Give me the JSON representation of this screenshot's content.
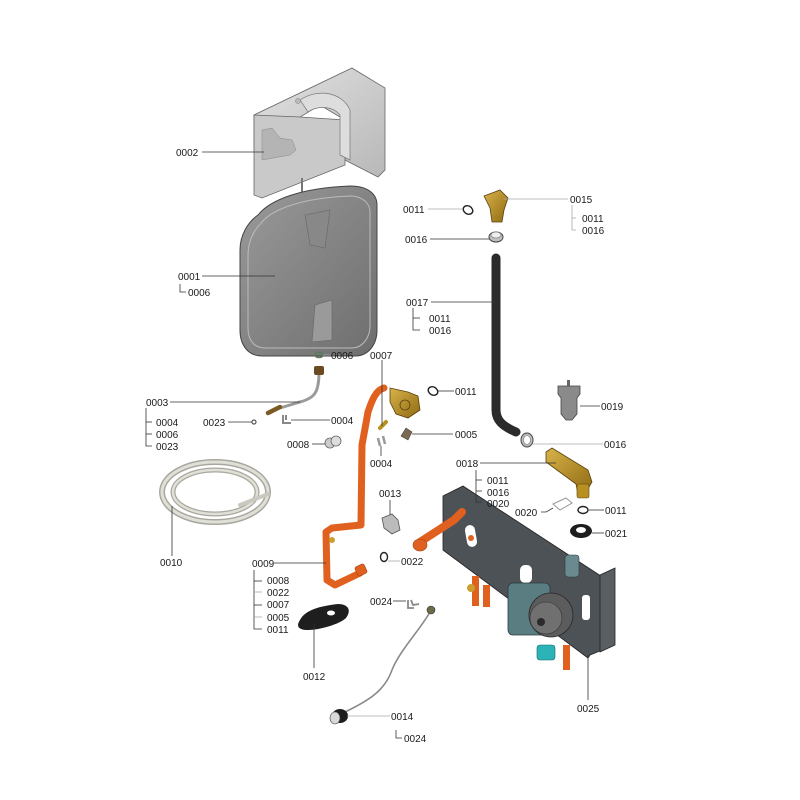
{
  "diagram": {
    "title": "Exploded parts diagram",
    "colors": {
      "copper_pipe": "#e0611f",
      "brass": "#b8901f",
      "steel_grey": "#8a8a8a",
      "frame_dark": "#4d5257",
      "pump_teal": "#5a7d82",
      "valve_cyan": "#2bb3b8",
      "black_hose": "#2b2b2b",
      "coil_silver": "#cfcfc6"
    },
    "callouts": [
      {
        "id": "c0002",
        "part": "0002",
        "subparts": []
      },
      {
        "id": "c0001",
        "part": "0001",
        "subparts": [
          "0006"
        ]
      },
      {
        "id": "c0015",
        "part": "0015",
        "subparts": [
          "0011",
          "0016"
        ]
      },
      {
        "id": "c0011a",
        "part": "0011",
        "subparts": []
      },
      {
        "id": "c0016a",
        "part": "0016",
        "subparts": []
      },
      {
        "id": "c0017",
        "part": "0017",
        "subparts": [
          "0011",
          "0016"
        ]
      },
      {
        "id": "c0006",
        "part": "0006",
        "subparts": []
      },
      {
        "id": "c0007",
        "part": "0007",
        "subparts": []
      },
      {
        "id": "c0011b",
        "part": "0011",
        "subparts": []
      },
      {
        "id": "c0003",
        "part": "0003",
        "subparts": [
          "0004",
          "0006",
          "0023"
        ]
      },
      {
        "id": "c0023",
        "part": "0023",
        "subparts": []
      },
      {
        "id": "c0004a",
        "part": "0004",
        "subparts": []
      },
      {
        "id": "c0005",
        "part": "0005",
        "subparts": []
      },
      {
        "id": "c0019",
        "part": "0019",
        "subparts": []
      },
      {
        "id": "c0008",
        "part": "0008",
        "subparts": []
      },
      {
        "id": "c0004b",
        "part": "0004",
        "subparts": []
      },
      {
        "id": "c0016b",
        "part": "0016",
        "subparts": []
      },
      {
        "id": "c0018",
        "part": "0018",
        "subparts": [
          "0011",
          "0016",
          "0020"
        ]
      },
      {
        "id": "c0013",
        "part": "0013",
        "subparts": []
      },
      {
        "id": "c0020",
        "part": "0020",
        "subparts": []
      },
      {
        "id": "c0011c",
        "part": "0011",
        "subparts": []
      },
      {
        "id": "c0021",
        "part": "0021",
        "subparts": []
      },
      {
        "id": "c0010",
        "part": "0010",
        "subparts": []
      },
      {
        "id": "c0009",
        "part": "0009",
        "subparts": [
          "0008",
          "0022",
          "0007",
          "0005",
          "0011"
        ]
      },
      {
        "id": "c0022",
        "part": "0022",
        "subparts": []
      },
      {
        "id": "c0024a",
        "part": "0024",
        "subparts": []
      },
      {
        "id": "c0012",
        "part": "0012",
        "subparts": []
      },
      {
        "id": "c0025",
        "part": "0025",
        "subparts": []
      },
      {
        "id": "c0014",
        "part": "0014",
        "subparts": [
          "0024"
        ]
      }
    ]
  }
}
